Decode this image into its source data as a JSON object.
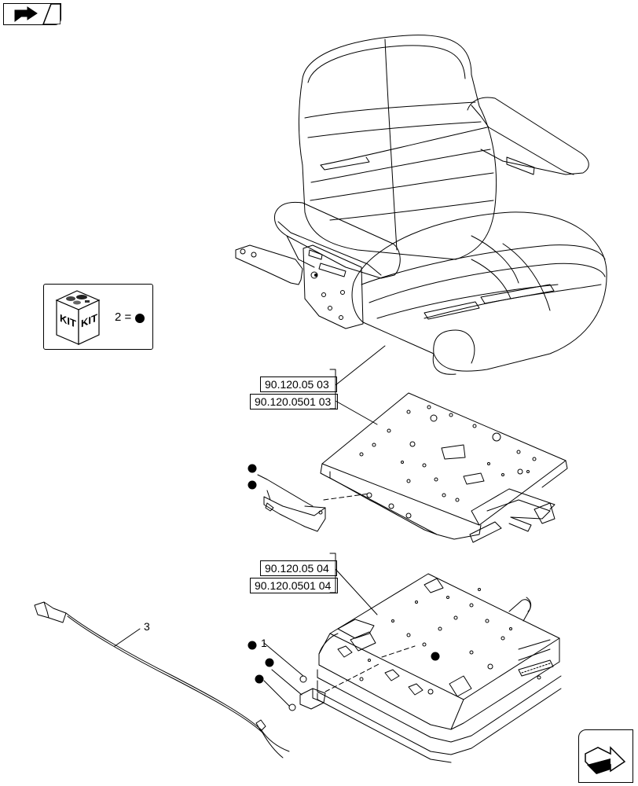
{
  "kit_legend": {
    "icon_text_left": "KIT",
    "icon_text_right": "KIT",
    "equation": "2 ="
  },
  "references": {
    "ref_1": "90.120.05 03",
    "ref_2": "90.120.0501 03",
    "ref_3": "90.120.05 04",
    "ref_4": "90.120.0501 04"
  },
  "callouts": {
    "item_1": "1",
    "item_3": "3"
  },
  "icons": {
    "top_nav": "previous-page-arrow-icon",
    "bottom_nav": "next-page-arrow-icon",
    "kit_symbol": "black-dot"
  }
}
